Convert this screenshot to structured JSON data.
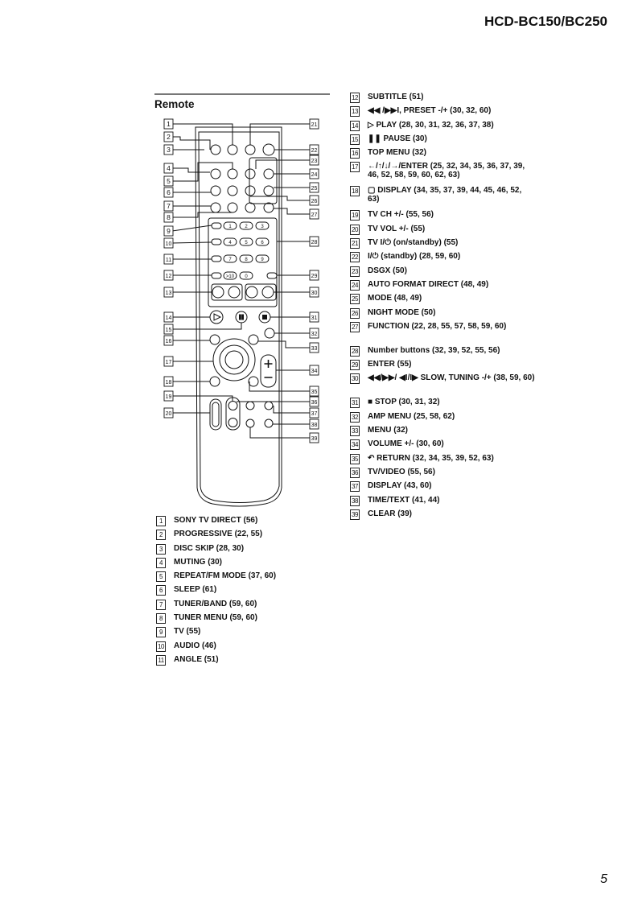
{
  "header": {
    "model": "HCD-BC150/BC250"
  },
  "section": {
    "title": "Remote"
  },
  "remote": {
    "button_labels": {
      "n1": "1",
      "n2": "2",
      "n3": "3",
      "n4": "4",
      "n5": "5",
      "n6": "6",
      "n7": "7",
      "n8": "8",
      "n9": "9",
      "n10": ">10",
      "n0": "0",
      "plus": "+",
      "minus": "–"
    }
  },
  "legend_left": [
    {
      "num": "1",
      "text": "SONY TV DIRECT (56)"
    },
    {
      "num": "2",
      "text": "PROGRESSIVE (22, 55)"
    },
    {
      "num": "3",
      "text": "DISC SKIP (28, 30)"
    },
    {
      "num": "4",
      "text": "MUTING (30)"
    },
    {
      "num": "5",
      "text": "REPEAT/FM MODE (37, 60)"
    },
    {
      "num": "6",
      "text": "SLEEP (61)"
    },
    {
      "num": "7",
      "text": "TUNER/BAND (59, 60)"
    },
    {
      "num": "8",
      "text": "TUNER MENU (59, 60)"
    },
    {
      "num": "9",
      "text": "TV (55)"
    },
    {
      "num": "10",
      "text": "AUDIO (46)"
    },
    {
      "num": "11",
      "text": "ANGLE (51)"
    }
  ],
  "legend_right": [
    {
      "num": "12",
      "text": "SUBTITLE (51)"
    },
    {
      "num": "13",
      "text": "◀◀ /▶▶I, PRESET -/+ (30, 32, 60)"
    },
    {
      "num": "14",
      "text": "▷ PLAY (28, 30, 31, 32, 36, 37, 38)"
    },
    {
      "num": "15",
      "text": "❚❚ PAUSE (30)"
    },
    {
      "num": "16",
      "text": "TOP MENU (32)"
    },
    {
      "num": "17",
      "text": "←/↑/↓/→/ENTER (25, 32, 34, 35, 36, 37, 39, 46, 52, 58, 59, 60, 62, 63)"
    },
    {
      "num": "18",
      "text": "▢ DISPLAY (34, 35, 37, 39, 44, 45, 46, 52, 63)"
    },
    {
      "num": "19",
      "text": "TV CH +/- (55, 56)"
    },
    {
      "num": "20",
      "text": "TV VOL +/- (55)"
    },
    {
      "num": "21",
      "text": "TV I/⏻ (on/standby) (55)"
    },
    {
      "num": "22",
      "text": "I/⏻ (standby) (28, 59, 60)"
    },
    {
      "num": "23",
      "text": "DSGX (50)"
    },
    {
      "num": "24",
      "text": "AUTO FORMAT DIRECT (48, 49)"
    },
    {
      "num": "25",
      "text": "MODE (48, 49)"
    },
    {
      "num": "26",
      "text": "NIGHT MODE (50)"
    },
    {
      "num": "27",
      "text": "FUNCTION (22, 28, 55, 57, 58, 59, 60)"
    },
    {
      "num": "28",
      "text": "Number buttons (32, 39, 52, 55, 56)"
    },
    {
      "num": "29",
      "text": "ENTER (55)"
    },
    {
      "num": "30",
      "text": "◀◀/▶▶/ ◀I/I▶ SLOW, TUNING -/+ (38, 59, 60)"
    },
    {
      "num": "31",
      "text": "■ STOP (30, 31, 32)"
    },
    {
      "num": "32",
      "text": "AMP MENU (25, 58, 62)"
    },
    {
      "num": "33",
      "text": "MENU (32)"
    },
    {
      "num": "34",
      "text": "VOLUME +/- (30, 60)"
    },
    {
      "num": "35",
      "text": "↶ RETURN (32, 34, 35, 39, 52, 63)"
    },
    {
      "num": "36",
      "text": "TV/VIDEO (55, 56)"
    },
    {
      "num": "37",
      "text": "DISPLAY (43, 60)"
    },
    {
      "num": "38",
      "text": "TIME/TEXT (41, 44)"
    },
    {
      "num": "39",
      "text": "CLEAR (39)"
    }
  ],
  "page_number": "5"
}
